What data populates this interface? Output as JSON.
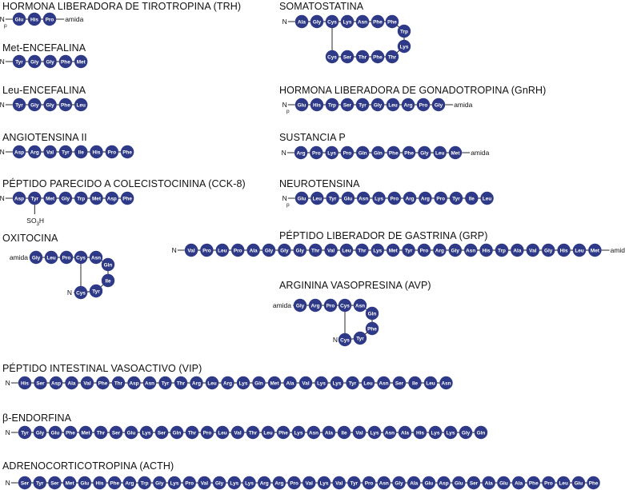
{
  "colors": {
    "residue_fill": "#2e3a87",
    "residue_text": "#ffffff",
    "bond_line": "#111111"
  },
  "labels": {
    "n_terminus": "N",
    "pyro_marker": "p",
    "amide": "amida",
    "sulfate_group": "SO3H"
  },
  "peptides": [
    {
      "id": "trh",
      "name": "HORMONA LIBERADORA DE TIROTROPINA (TRH)",
      "residues": [
        "Glu",
        "His",
        "Pro"
      ],
      "pyro": true,
      "amide": true
    },
    {
      "id": "met-enk",
      "name": "Met-ENCEFALINA",
      "residues": [
        "Tyr",
        "Gly",
        "Gly",
        "Phe",
        "Met"
      ]
    },
    {
      "id": "leu-enk",
      "name": "Leu-ENCEFALINA",
      "residues": [
        "Tyr",
        "Gly",
        "Gly",
        "Phe",
        "Leu"
      ]
    },
    {
      "id": "angiotensin",
      "name": "ANGIOTENSINA II",
      "residues": [
        "Asp",
        "Arg",
        "Val",
        "Tyr",
        "Ile",
        "His",
        "Pro",
        "Phe"
      ]
    },
    {
      "id": "cck8",
      "name": "PÉPTIDO PARECIDO A COLECISTOCININA (CCK-8)",
      "residues": [
        "Asp",
        "Tyr",
        "Met",
        "Gly",
        "Trp",
        "Met",
        "Asp",
        "Phe"
      ],
      "sulfated_residue": "Tyr"
    },
    {
      "id": "oxytocin",
      "name": "OXITOCINA",
      "residues": [
        "Cys",
        "Tyr",
        "Ile",
        "Gln",
        "Asn",
        "Cys",
        "Pro",
        "Leu",
        "Gly"
      ],
      "amide": true,
      "disulfide": [
        "Cys",
        "Cys"
      ]
    },
    {
      "id": "somatostatin",
      "name": "SOMATOSTATINA",
      "residues": [
        "Ala",
        "Gly",
        "Cys",
        "Lys",
        "Asn",
        "Phe",
        "Phe",
        "Trp",
        "Lys",
        "Thr",
        "Phe",
        "Thr",
        "Ser",
        "Cys"
      ],
      "disulfide": [
        "Cys",
        "Cys"
      ]
    },
    {
      "id": "gnrh",
      "name": "HORMONA LIBERADORA DE GONADOTROPINA (GnRH)",
      "residues": [
        "Glu",
        "His",
        "Trp",
        "Ser",
        "Tyr",
        "Gly",
        "Leu",
        "Arg",
        "Pro",
        "Gly"
      ],
      "pyro": true,
      "amide": true
    },
    {
      "id": "substance-p",
      "name": "SUSTANCIA P",
      "residues": [
        "Arg",
        "Pro",
        "Lys",
        "Pro",
        "Gln",
        "Gln",
        "Phe",
        "Phe",
        "Gly",
        "Leu",
        "Met"
      ],
      "amide": true
    },
    {
      "id": "neurotensin",
      "name": "NEUROTENSINA",
      "residues": [
        "Glu",
        "Leu",
        "Tyr",
        "Glu",
        "Asn",
        "Lys",
        "Pro",
        "Arg",
        "Arg",
        "Pro",
        "Tyr",
        "Ile",
        "Leu"
      ],
      "pyro": true
    },
    {
      "id": "grp",
      "name": "PÉPTIDO LIBERADOR DE GASTRINA (GRP)",
      "residues": [
        "Val",
        "Pro",
        "Leu",
        "Pro",
        "Ala",
        "Gly",
        "Gly",
        "Gly",
        "Thr",
        "Val",
        "Leu",
        "Thr",
        "Lys",
        "Met",
        "Tyr",
        "Pro",
        "Arg",
        "Gly",
        "Asn",
        "His",
        "Trp",
        "Ala",
        "Val",
        "Gly",
        "His",
        "Leu",
        "Met"
      ],
      "amide": true
    },
    {
      "id": "avp",
      "name": "ARGININA VASOPRESINA (AVP)",
      "residues": [
        "Cys",
        "Tyr",
        "Phe",
        "Gln",
        "Asn",
        "Cys",
        "Pro",
        "Arg",
        "Gly"
      ],
      "amide": true,
      "disulfide": [
        "Cys",
        "Cys"
      ]
    },
    {
      "id": "vip",
      "name": "PÉPTIDO INTESTINAL VASOACTIVO (VIP)",
      "residues": [
        "His",
        "Ser",
        "Asp",
        "Ala",
        "Val",
        "Phe",
        "Thr",
        "Asp",
        "Asn",
        "Tyr",
        "Thr",
        "Arg",
        "Leu",
        "Arg",
        "Lys",
        "Gln",
        "Met",
        "Ala",
        "Val",
        "Lys",
        "Lys",
        "Tyr",
        "Leu",
        "Asn",
        "Ser",
        "Ile",
        "Leu",
        "Asn"
      ]
    },
    {
      "id": "beta-endorphin",
      "name": "β-ENDORFINA",
      "residues": [
        "Tyr",
        "Gly",
        "Glu",
        "Phe",
        "Met",
        "Thr",
        "Ser",
        "Glu",
        "Lys",
        "Ser",
        "Gln",
        "Thr",
        "Pro",
        "Leu",
        "Val",
        "Thr",
        "Leu",
        "Phe",
        "Lys",
        "Asn",
        "Ala",
        "Ile",
        "Val",
        "Lys",
        "Asn",
        "Ala",
        "His",
        "Lys",
        "Lys",
        "Gly",
        "Gln"
      ]
    },
    {
      "id": "acth",
      "name": "ADRENOCORTICOTROPINA (ACTH)",
      "residues": [
        "Ser",
        "Tyr",
        "Ser",
        "Met",
        "Glu",
        "His",
        "Phe",
        "Arg",
        "Trp",
        "Gly",
        "Lys",
        "Pro",
        "Val",
        "Gly",
        "Lys",
        "Lys",
        "Arg",
        "Arg",
        "Pro",
        "Val",
        "Lys",
        "Val",
        "Tyr",
        "Pro",
        "Asn",
        "Gly",
        "Ala",
        "Glu",
        "Asp",
        "Glu",
        "Ser",
        "Ala",
        "Glu",
        "Ala",
        "Phe",
        "Pro",
        "Leu",
        "Glu",
        "Phe"
      ]
    }
  ]
}
